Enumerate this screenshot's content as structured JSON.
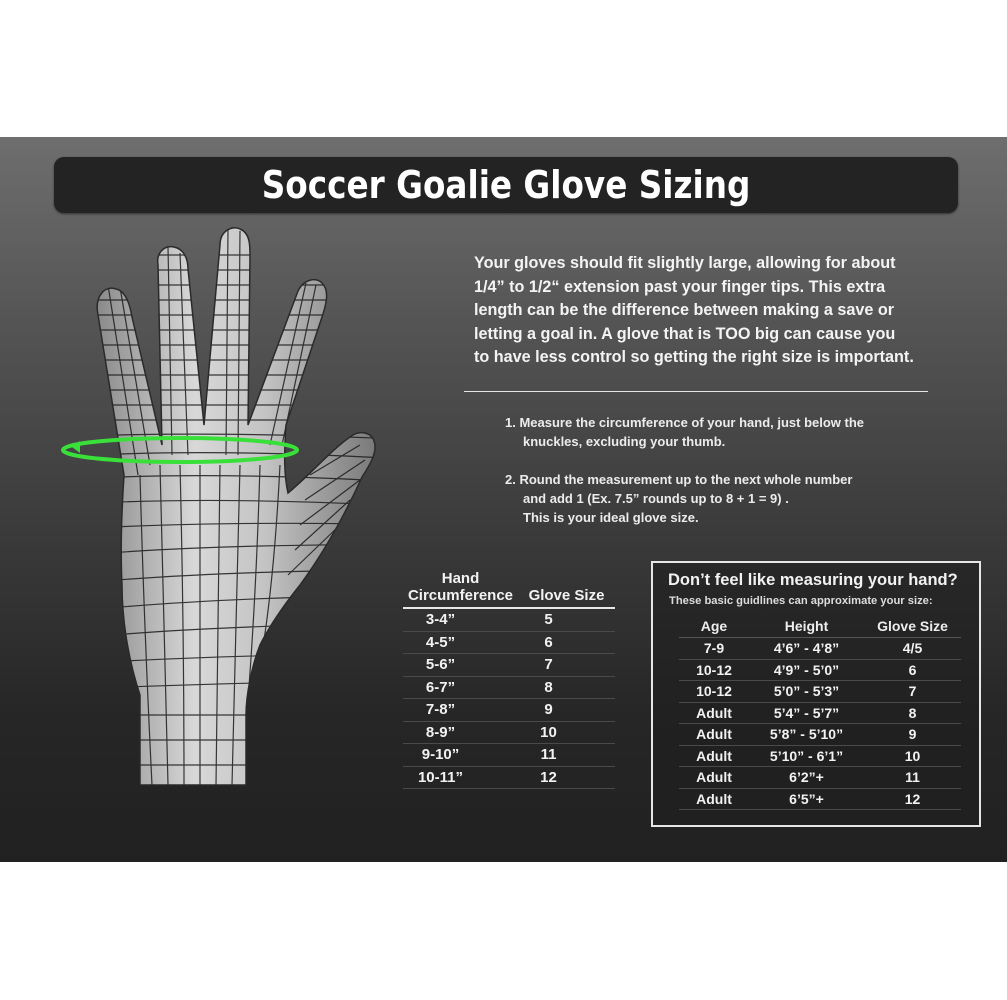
{
  "header": {
    "title": "Soccer Goalie Glove Sizing"
  },
  "intro": {
    "lines": [
      "Your gloves should fit slightly large, allowing for about",
      "1/4” to 1/2“ extension past your finger tips.  This extra",
      "length can be the difference between making a save or",
      "letting a goal in.  A glove that is TOO big can cause you",
      "to have less control so getting the right size is important."
    ]
  },
  "steps": [
    {
      "lines": [
        "1. Measure the circumference of your hand, just below the",
        "knuckles, excluding your thumb."
      ]
    },
    {
      "lines": [
        "2. Round the measurement up to the next whole number",
        "and add 1  (Ex.  7.5” rounds up to 8 + 1 = 9) .",
        "This is your ideal glove size."
      ]
    }
  ],
  "illustration": {
    "icon": "hand-wireframe-icon",
    "ring_color": "#39e03a"
  },
  "circumference_table": {
    "headers": [
      "Hand\nCircumference",
      "Glove Size"
    ],
    "header_line1": "Hand",
    "header_line2": "Circumference",
    "header_size": "Glove Size",
    "rows": [
      {
        "circ": "3-4”",
        "size": "5"
      },
      {
        "circ": "4-5”",
        "size": "6"
      },
      {
        "circ": "5-6”",
        "size": "7"
      },
      {
        "circ": "6-7”",
        "size": "8"
      },
      {
        "circ": "7-8”",
        "size": "9"
      },
      {
        "circ": "8-9”",
        "size": "10"
      },
      {
        "circ": "9-10”",
        "size": "11"
      },
      {
        "circ": "10-11”",
        "size": "12"
      }
    ]
  },
  "no_measure_box": {
    "title": "Don’t feel like measuring your hand?",
    "subtitle": "These basic guidlines can approximate your size:",
    "headers": {
      "age": "Age",
      "height": "Height",
      "size": "Glove Size"
    },
    "rows": [
      {
        "age": "7-9",
        "height": "4’6” - 4’8”",
        "size": "4/5"
      },
      {
        "age": "10-12",
        "height": "4’9” - 5’0”",
        "size": "6"
      },
      {
        "age": "10-12",
        "height": "5’0” - 5’3”",
        "size": "7"
      },
      {
        "age": "Adult",
        "height": "5’4” - 5’7”",
        "size": "8"
      },
      {
        "age": "Adult",
        "height": "5’8” - 5’10”",
        "size": "9"
      },
      {
        "age": "Adult",
        "height": "5’10” - 6’1”",
        "size": "10"
      },
      {
        "age": "Adult",
        "height": "6’2”+",
        "size": "11"
      },
      {
        "age": "Adult",
        "height": "6’5”+",
        "size": "12"
      }
    ]
  },
  "colors": {
    "panel_top": "#6e6e6e",
    "panel_bottom": "#212121",
    "title_bar": "#232323",
    "text": "#ffffff",
    "accent_ring": "#39e03a"
  }
}
